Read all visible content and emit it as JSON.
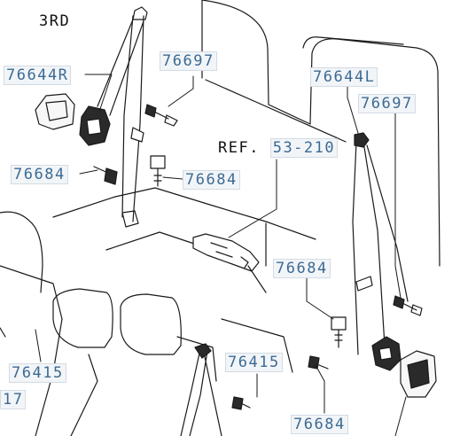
{
  "diagram": {
    "row_label": "3RD",
    "labels": {
      "belt_right": "76644R",
      "belt_left": "76644L",
      "bolt_top_center": "76697",
      "bolt_top_right": "76697",
      "bolt_left": "76684",
      "bolt_center": "76684",
      "bolt_right_mid": "76684",
      "bolt_bottom_right": "76684",
      "buckle_left": "76415",
      "buckle_center": "76415",
      "cut_left": "17"
    },
    "ref": {
      "prefix": "REF.",
      "number": "53-210"
    }
  },
  "colors": {
    "line": "#1a1a1a",
    "label_text": "#3c6a93",
    "label_bg": "#f2f5f8"
  }
}
